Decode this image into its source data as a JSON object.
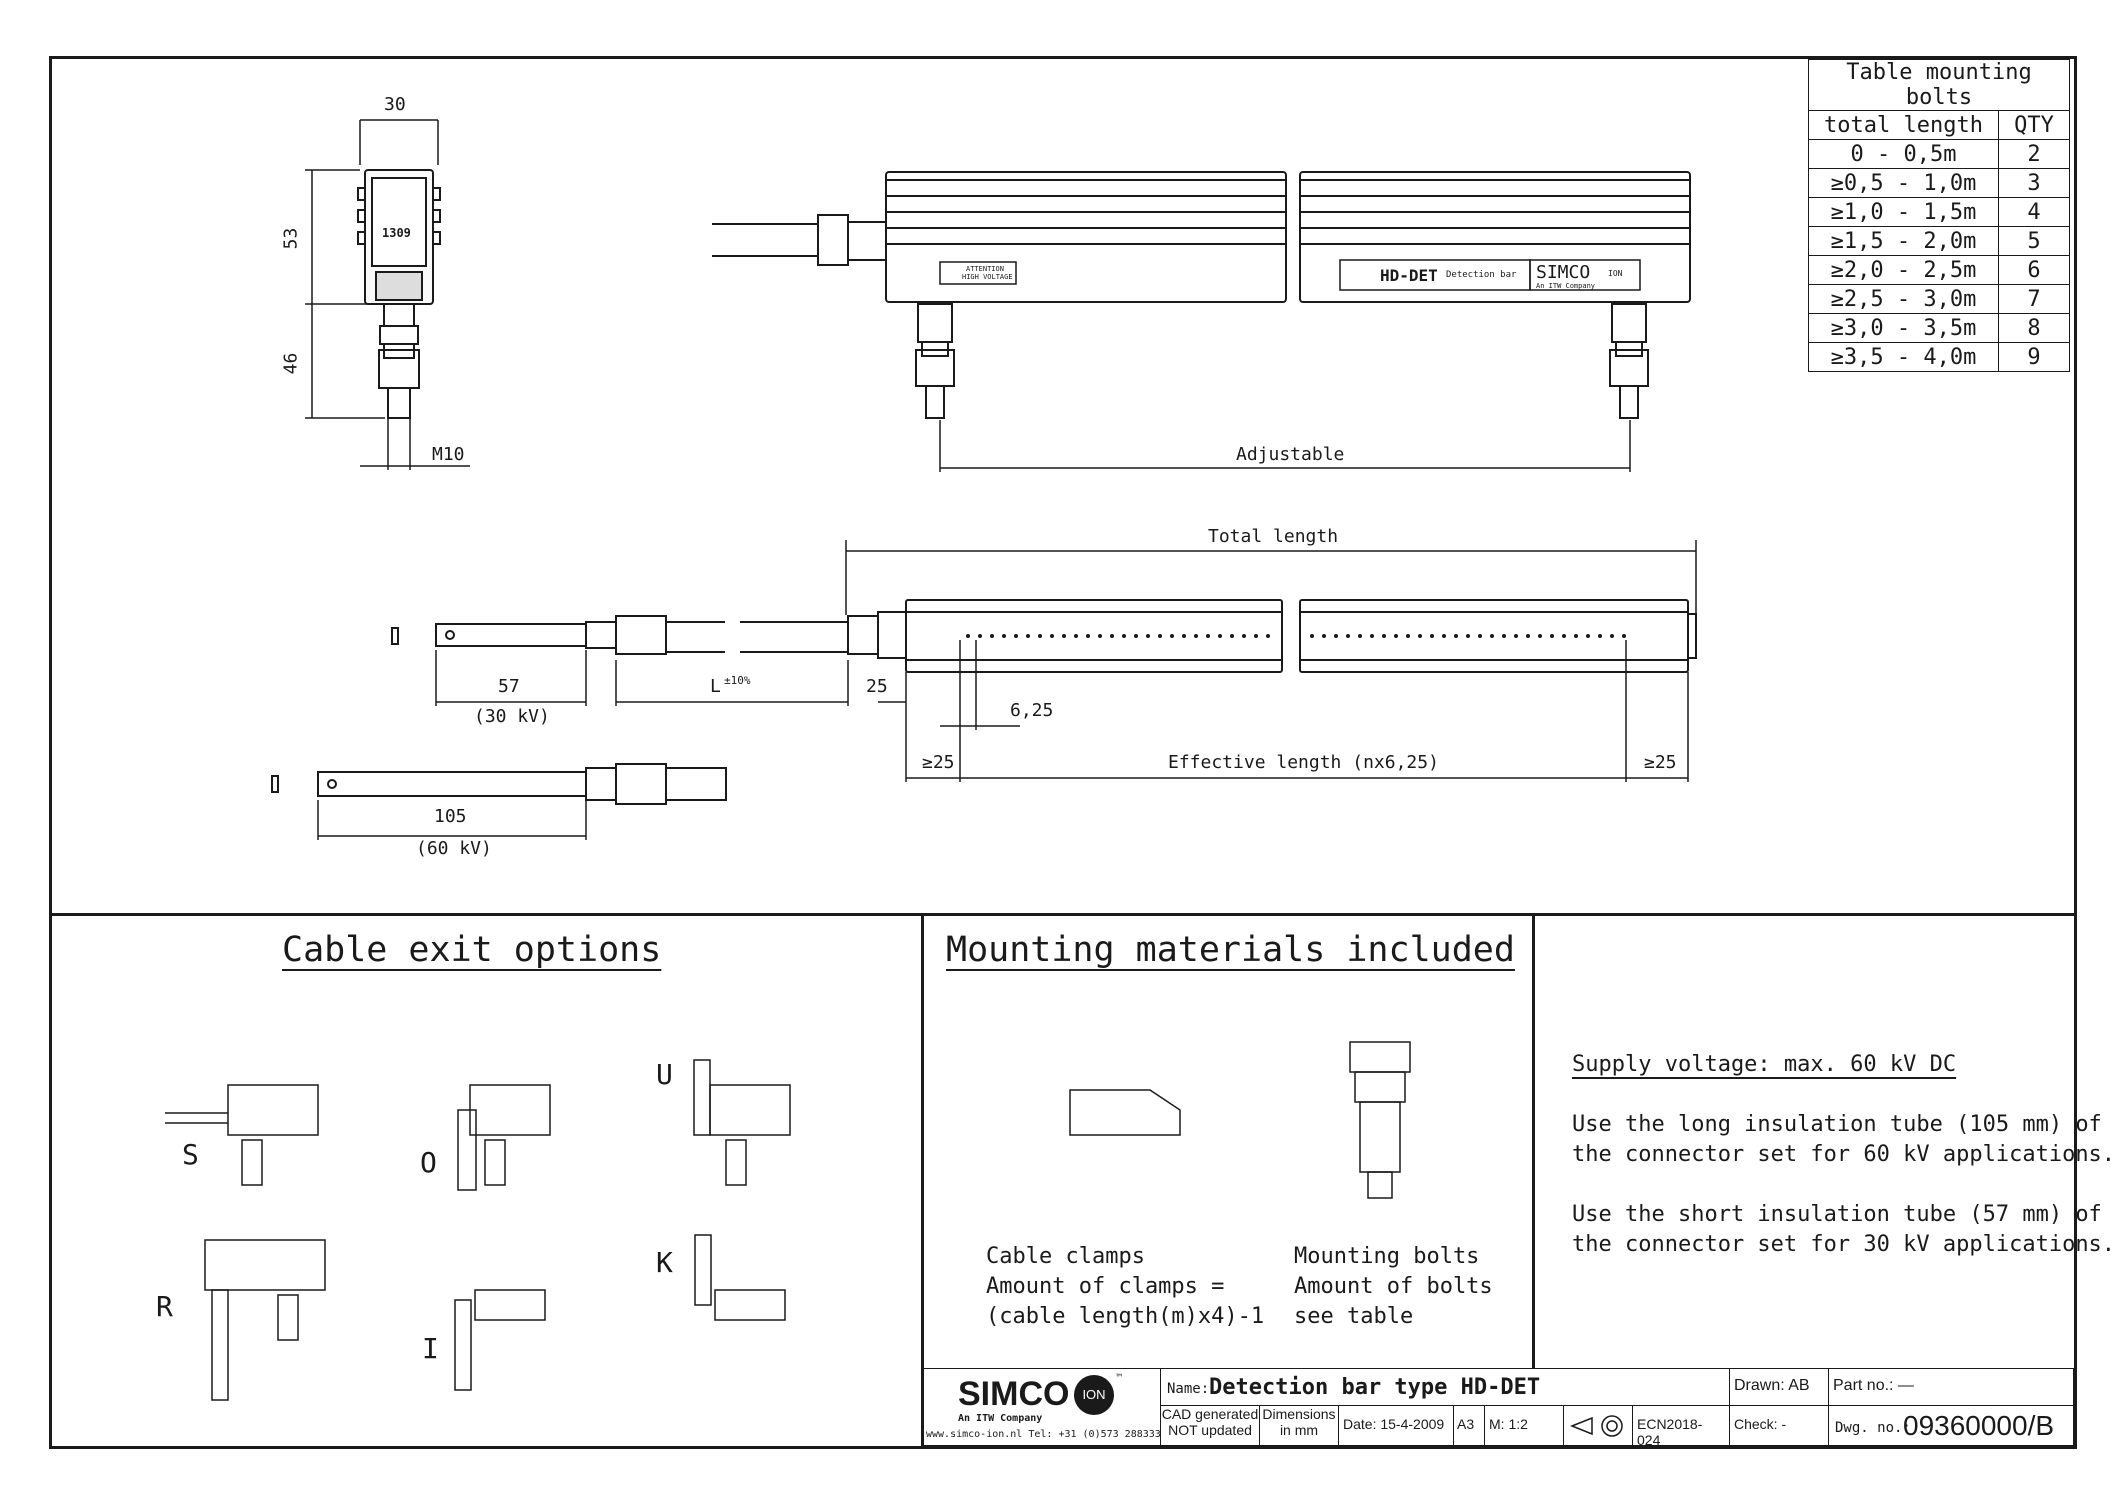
{
  "table": {
    "title": "Table mounting bolts",
    "header": {
      "col1": "total length",
      "col2": "QTY"
    },
    "rows": [
      {
        "range": "0 - 0,5m",
        "qty": "2"
      },
      {
        "range": "≥0,5 - 1,0m",
        "qty": "3"
      },
      {
        "range": "≥1,0 - 1,5m",
        "qty": "4"
      },
      {
        "range": "≥1,5 - 2,0m",
        "qty": "5"
      },
      {
        "range": "≥2,0 - 2,5m",
        "qty": "6"
      },
      {
        "range": "≥2,5 - 3,0m",
        "qty": "7"
      },
      {
        "range": "≥3,0 - 3,5m",
        "qty": "8"
      },
      {
        "range": "≥3,5 - 4,0m",
        "qty": "9"
      }
    ]
  },
  "dimensions": {
    "width": "30",
    "height_top": "53",
    "height_bottom": "46",
    "thread": "M10",
    "adjustable": "Adjustable",
    "total_length": "Total length",
    "short_tube": "57",
    "short_tube_kv": "(30 kV)",
    "long_tube": "105",
    "long_tube_kv": "(60 kV)",
    "cable_length": "L",
    "cable_tolerance": "±10%",
    "connector": "25",
    "pitch": "6,25",
    "margin_left": "≥25",
    "margin_right": "≥25",
    "effective_length": "Effective length (nx6,25)",
    "label_bar": "1309"
  },
  "bar_labels": {
    "attention": "ATTENTION",
    "high_voltage": "HIGH VOLTAGE",
    "model": "HD-DET",
    "bar_type": "Detection bar",
    "brand": "SIMCO",
    "ion": "ION",
    "company": "An ITW Company"
  },
  "cable_exit": {
    "title": "Cable exit options",
    "options": [
      "S",
      "O",
      "U",
      "R",
      "I",
      "K"
    ]
  },
  "mounting": {
    "title": "Mounting materials included",
    "clamps_lines": [
      "Cable clamps",
      "Amount of clamps =",
      "(cable length(m)x4)-1"
    ],
    "bolts_lines": [
      "Mounting bolts",
      "Amount of bolts",
      "see table"
    ]
  },
  "notes": {
    "supply": "Supply voltage: max. 60 kV DC",
    "long_lines": [
      "Use the long insulation tube (105 mm) of",
      "the connector set for 60 kV applications."
    ],
    "short_lines": [
      "Use the short insulation tube (57 mm) of",
      "the connector set for 30 kV applications."
    ]
  },
  "title_block": {
    "brand": "SIMCO",
    "ion": "ION",
    "tm": "™",
    "company": "An ITW Company",
    "contact": "www.simco-ion.nl  Tel: +31 (0)573 288333",
    "name_label": "Name:",
    "name": "Detection bar type HD-DET",
    "cad_1": "CAD generated",
    "cad_2": "NOT updated",
    "dims_1": "Dimensions",
    "dims_2": "in mm",
    "date": "Date: 15-4-2009",
    "sheet": "A3",
    "scale": "M: 1:2",
    "ecn": "ECN2018-024",
    "drawn": "Drawn: AB",
    "check": "Check: -",
    "part": "Part no.: —",
    "dwg_label": "Dwg. no.:",
    "dwg_no": "09360000/B"
  }
}
